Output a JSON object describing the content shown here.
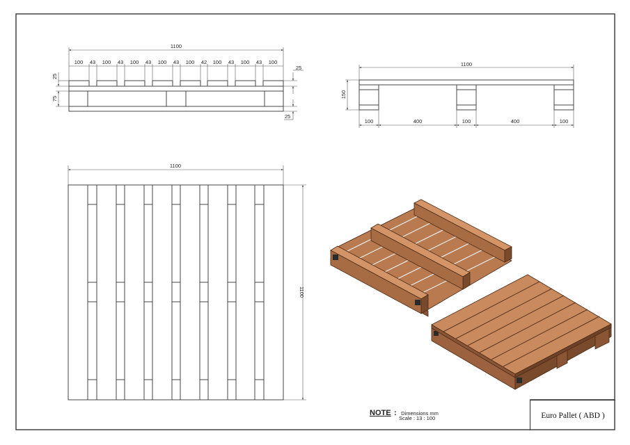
{
  "drawing": {
    "title": "Euro Pallet ( ABD )",
    "note": {
      "label": "NOTE",
      "colon": ":",
      "line1": "Dimensions mm",
      "line2": "Scale : 13 : 100"
    }
  },
  "front_view": {
    "overall_width": "1100",
    "board_widths": [
      "100",
      "43",
      "100",
      "43",
      "100",
      "43",
      "100",
      "43",
      "100",
      "42",
      "100",
      "43",
      "100",
      "43",
      "100"
    ],
    "left_dims": [
      "25",
      "75"
    ],
    "right_dims": [
      "25",
      "25"
    ]
  },
  "side_view": {
    "overall_width": "1100",
    "height": "150",
    "segments": [
      "100",
      "400",
      "100",
      "400",
      "100"
    ]
  },
  "top_view": {
    "width": "1100",
    "length": "1100"
  },
  "colors": {
    "line": "#333333",
    "wood_top": "#c98a5e",
    "wood_side": "#9c6240",
    "wood_dark": "#5e3620"
  }
}
